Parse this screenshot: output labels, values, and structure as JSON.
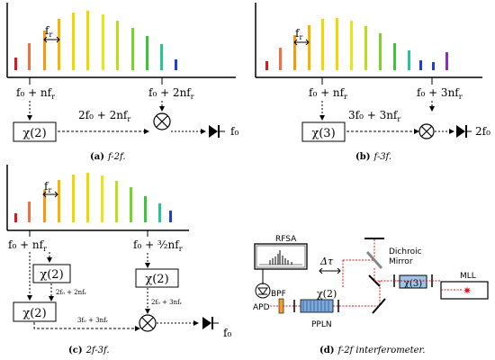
{
  "panels": {
    "a": {
      "fr": "f",
      "fr_sub": "r",
      "left_freq": "f₀ + nf",
      "left_freq_sub": "r",
      "right_freq": "f₀ + 2nf",
      "right_freq_sub": "r",
      "box": "χ(2)",
      "beam": "2f₀ + 2nf",
      "beam_sub": "r",
      "output": "f₀",
      "caption_letter": "(a)",
      "caption_text": "f-2f."
    },
    "b": {
      "fr": "f",
      "fr_sub": "r",
      "left_freq": "f₀ + nf",
      "left_freq_sub": "r",
      "right_freq": "f₀ + 3nf",
      "right_freq_sub": "r",
      "box": "χ(3)",
      "beam": "3f₀ + 3nf",
      "beam_sub": "r",
      "output": "2f₀",
      "caption_letter": "(b)",
      "caption_text": "f-3f."
    },
    "c": {
      "fr": "f",
      "fr_sub": "r",
      "left_freq": "f₀ + nf",
      "left_freq_sub": "r",
      "right_freq": "f₀ + ³⁄₂nf",
      "right_freq_sub": "r",
      "box1": "χ(2)",
      "box2": "χ(2)",
      "box3": "χ(2)",
      "label_2f": "2f₀ + 2nfᵣ",
      "label_3f_right": "2f₀ + 3nfᵣ",
      "label_3f_bottom": "3f₀ + 3nfᵣ",
      "output": "f₀",
      "caption_letter": "(c)",
      "caption_text": "2f-3f."
    },
    "d": {
      "rfsa": "RFSA",
      "delay": "Δτ",
      "dichroic": "Dichroic",
      "mirror": "Mirror",
      "mll": "MLL",
      "chi3": "χ(3)",
      "chi2": "χ(2)",
      "bpf": "BPF",
      "apd": "APD",
      "ppln": "PPLN",
      "caption_letter": "(d)",
      "caption_text": "f-2f interferometer."
    }
  },
  "colors": {
    "spectrum": [
      "#d7191c",
      "#f46d43",
      "#f39c12",
      "#f7b500",
      "#f2d600",
      "#e6e61a",
      "#b8e01a",
      "#7bd22b",
      "#3cc43a",
      "#27c49a",
      "#2ab0d8",
      "#1f3fd0",
      "#8b2bc9"
    ],
    "laser": "#d7191c",
    "crystal_blue": "#9fc3e6",
    "ppln_blue": "#7fa9d9",
    "bpf_orange": "#f0a030"
  }
}
